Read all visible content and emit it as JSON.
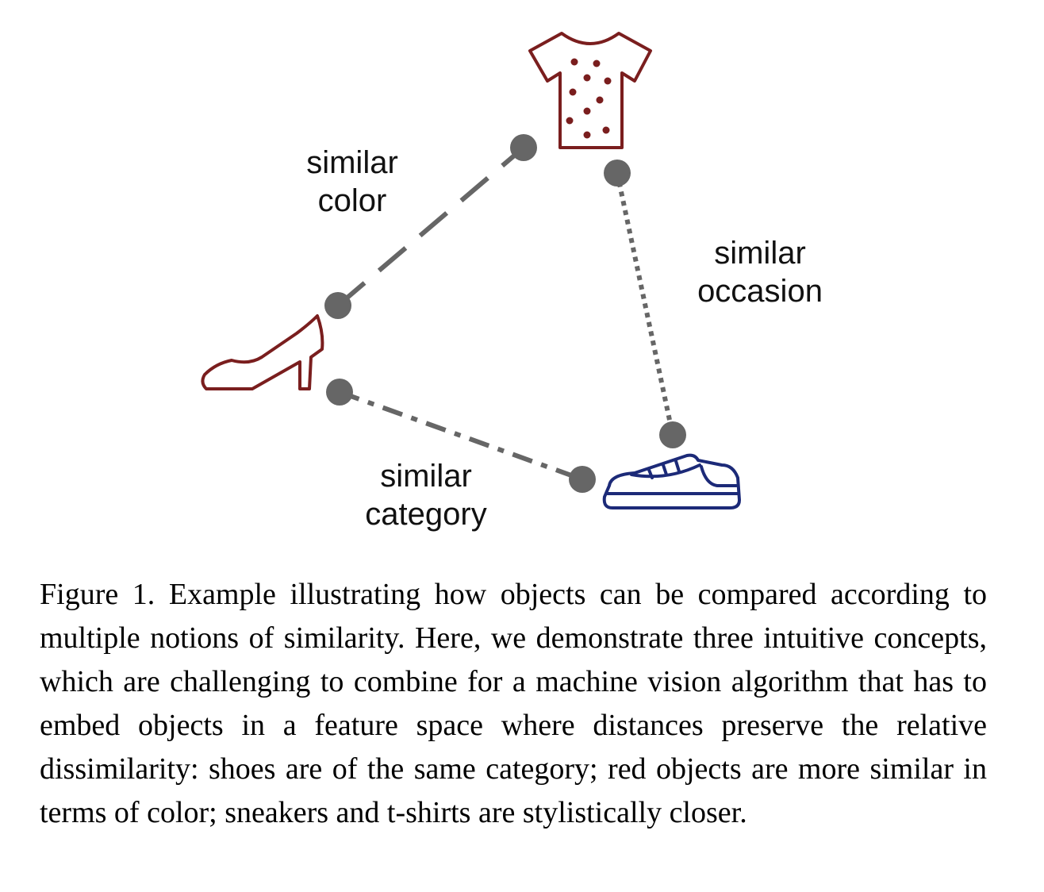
{
  "figure": {
    "labels": {
      "color": [
        "similar",
        "color"
      ],
      "occasion": [
        "similar",
        "occasion"
      ],
      "category": [
        "similar",
        "category"
      ]
    },
    "icons": {
      "tshirt": "tshirt-icon",
      "heel": "high-heel-shoe-icon",
      "sneaker": "sneaker-icon"
    },
    "colors": {
      "red_objects": "#7a1e1e",
      "blue_object": "#1c2a78",
      "connectors": "#666666"
    }
  },
  "caption": {
    "text": "Figure 1. Example illustrating how objects can be compared according to multiple notions of similarity. Here, we demonstrate three intuitive concepts, which are challenging to combine for a machine vision algorithm that has to embed objects in a feature space where distances preserve the relative dissimilarity: shoes are of the same category; red objects are more similar in terms of color; sneakers and t-shirts are stylistically closer."
  }
}
